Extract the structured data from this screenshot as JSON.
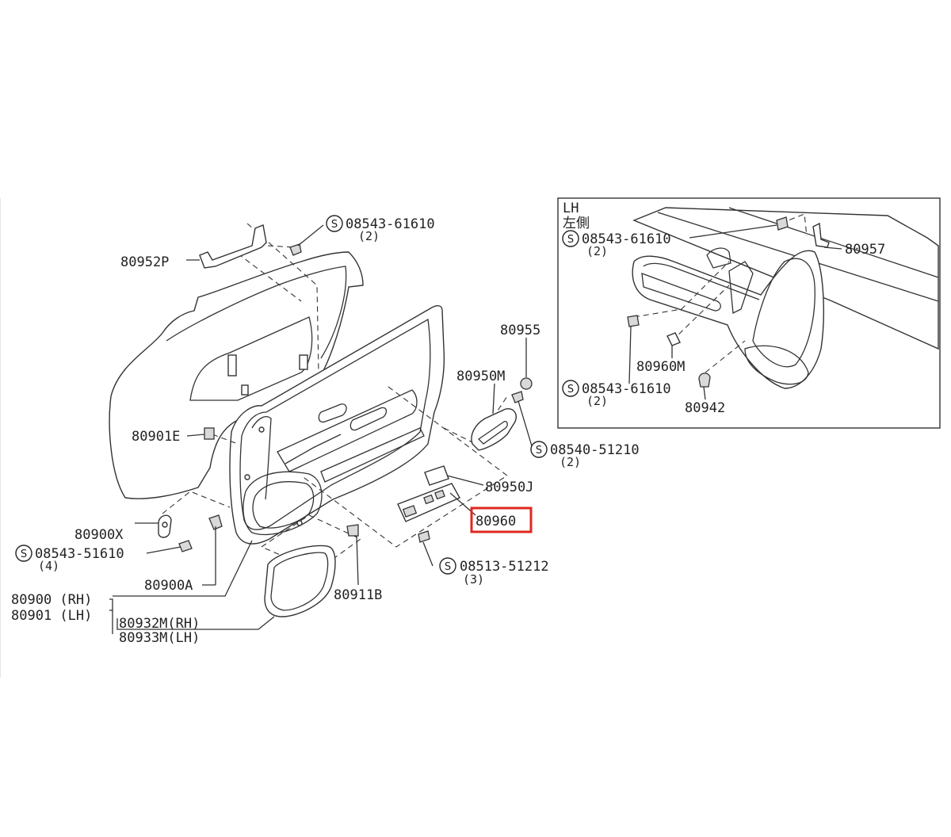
{
  "diagram": {
    "highlight_color": "#e0281e",
    "line_color": "#333333",
    "inset": {
      "side_label": "LH",
      "side_label_jp": "左側",
      "labels": {
        "bolt_top": "08543-61610",
        "bolt_top_qty": "(2)",
        "bracket": "80957",
        "clip": "80960M",
        "bolt_bottom": "08543-61610",
        "bolt_bottom_qty": "(2)",
        "plug": "80942"
      }
    },
    "labels": {
      "screw_top": "08543-61610",
      "screw_top_qty": "(2)",
      "grip_bracket": "80952P",
      "cap": "80955",
      "handle_bezel": "80950M",
      "screw_right": "08540-51210",
      "screw_right_qty": "(2)",
      "clip_e": "80901E",
      "switch_bezel": "80950J",
      "switch_highlighted": "80960",
      "clip_x": "80900X",
      "screw_left": "08543-51610",
      "screw_left_qty": "(4)",
      "clip_a": "80900A",
      "clip_b": "80911B",
      "screw_bottom": "08513-51212",
      "screw_bottom_qty": "(3)",
      "finisher_rh": "80900 (RH)",
      "finisher_lh": "80901 (LH)",
      "pocket_rh": "80932M(RH)",
      "pocket_lh": "80933M(LH)",
      "s_symbol": "S"
    }
  }
}
